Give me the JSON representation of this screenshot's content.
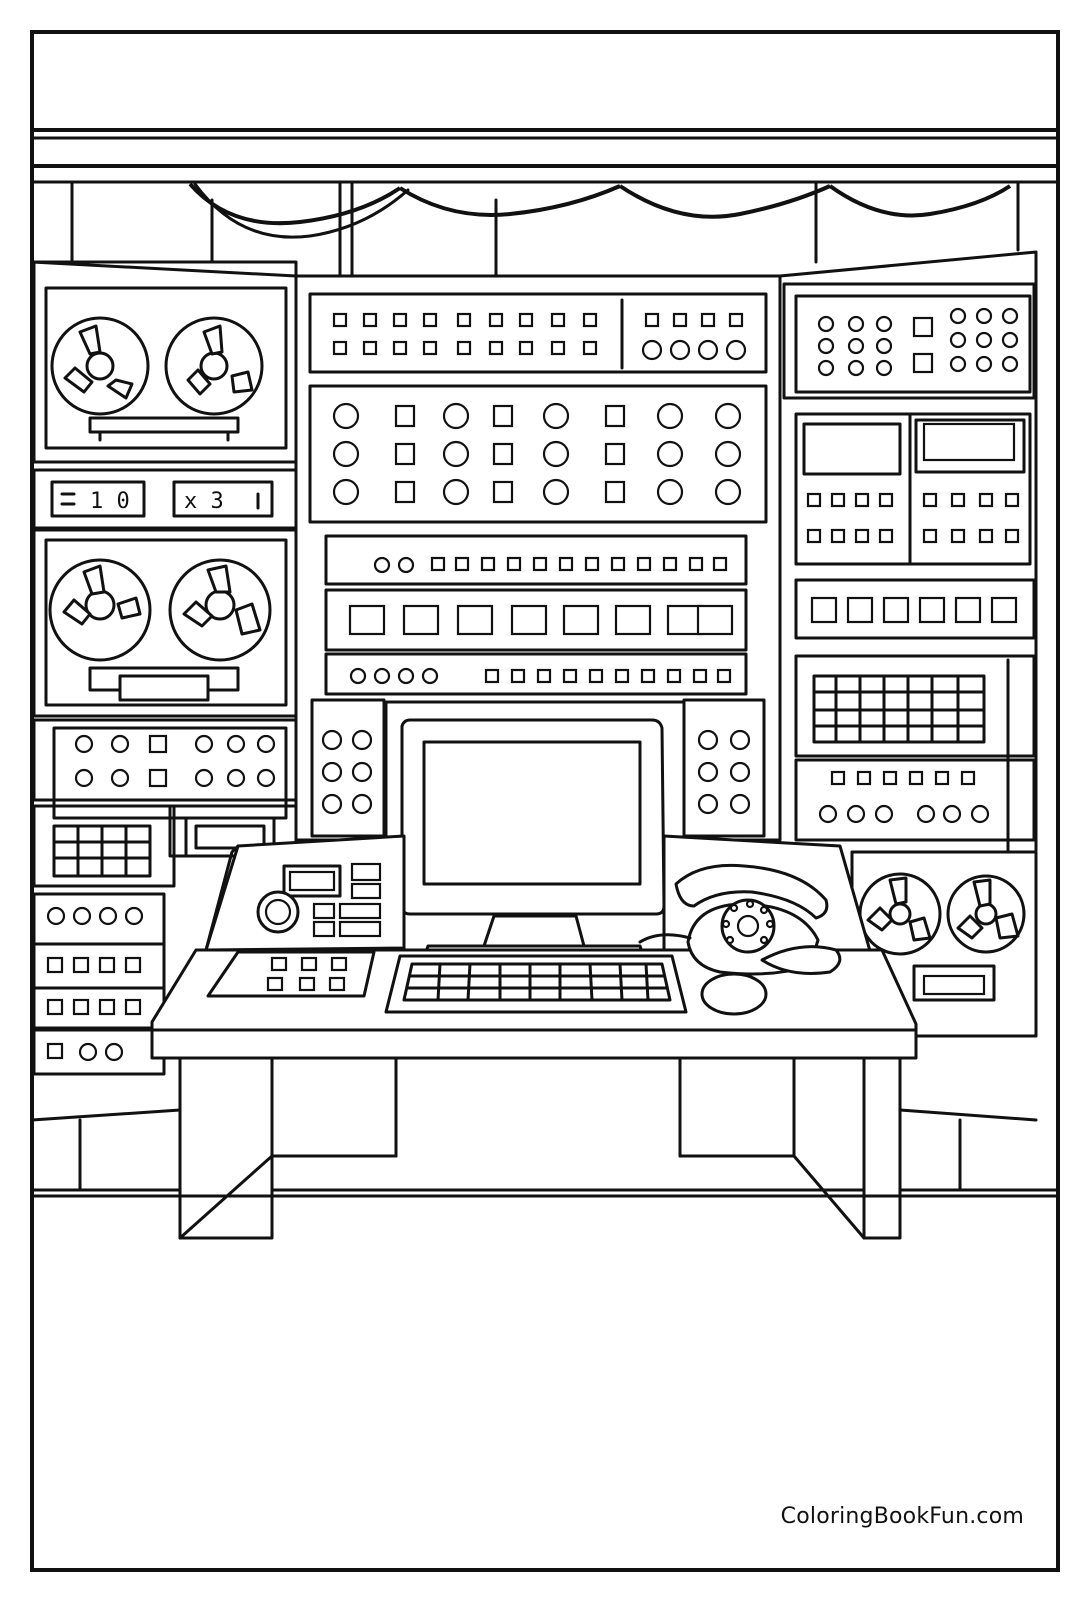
{
  "watermark": "ColoringBookFun.com",
  "left_counter_1": "1 0",
  "left_counter_2": "x 3"
}
